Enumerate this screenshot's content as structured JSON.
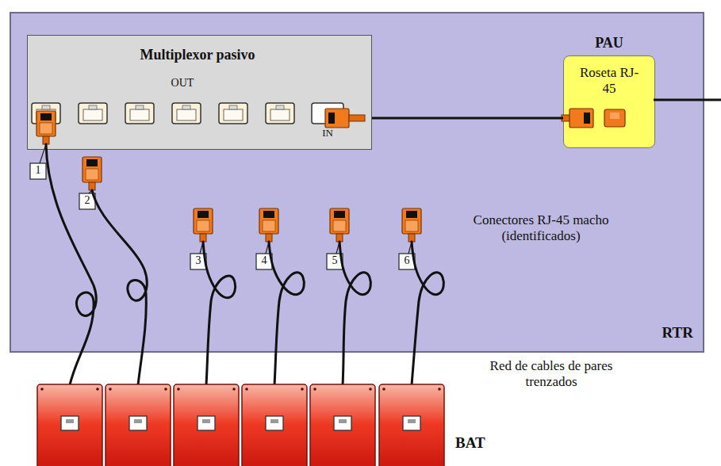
{
  "diagram": {
    "nodes": [
      {
        "text": [
          "RTR"
        ]
      },
      {
        "text": [
          "Multiplexor pasivo",
          "OUT",
          "IN"
        ],
        "in": 0
      },
      {
        "text": [
          "PAU",
          "Roseta RJ-45"
        ],
        "in": 0
      }
    ],
    "edges": [
      {
        "from": 1,
        "to": 2,
        "arrow": "none"
      }
    ],
    "labels": [
      "1",
      "2",
      "3",
      "4",
      "5",
      "6",
      "Conectores RJ-45 macho (identificados)",
      "Red de cables de pares trenzados",
      "BAT"
    ]
  }
}
